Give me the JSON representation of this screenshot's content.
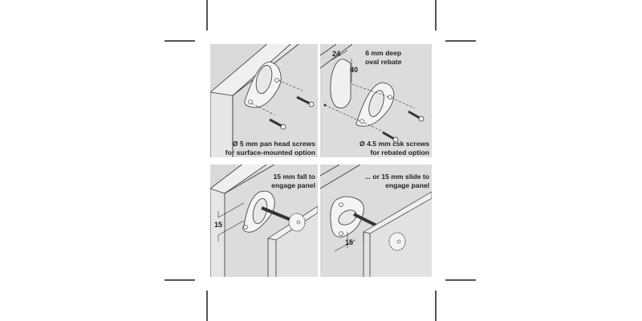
{
  "panels": [
    {
      "id": "surface-mounted",
      "caption_line1": "Ø 5 mm pan head screws",
      "caption_line2": "for surface-mounted option"
    },
    {
      "id": "rebated",
      "heading_line1": "6 mm deep",
      "heading_line2": "oval rebate",
      "dim_width": "24",
      "dim_height": "40",
      "caption_line1": "Ø 4.5 mm csk screws",
      "caption_line2": "for rebated option"
    },
    {
      "id": "fall-engage",
      "caption_line1": "15 mm fall to",
      "caption_line2": "engage panel",
      "dim": "15"
    },
    {
      "id": "slide-engage",
      "caption_line1": "... or 15 mm slide to",
      "caption_line2": "engage panel",
      "dim": "15"
    }
  ],
  "colors": {
    "panel_bg": "#d9d9d9",
    "board_face": "#e6e6e6",
    "board_side": "#cfcfcf",
    "line": "#333333",
    "fitting": "#f4f4f4"
  }
}
